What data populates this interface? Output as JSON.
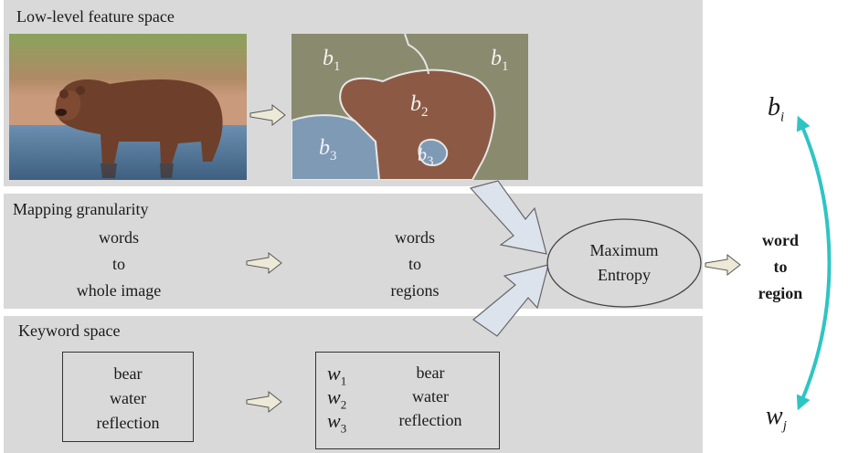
{
  "bands": {
    "low_level": {
      "title": "Low-level feature space"
    },
    "mapping": {
      "title": "Mapping granularity",
      "left_lines": [
        "words",
        "to",
        "whole image"
      ],
      "right_lines": [
        "words",
        "to",
        "regions"
      ]
    },
    "keyword": {
      "title": "Keyword space",
      "left_keywords": [
        "bear",
        "water",
        "reflection"
      ],
      "right_vars": [
        {
          "letter": "w",
          "sub": "1"
        },
        {
          "letter": "w",
          "sub": "2"
        },
        {
          "letter": "w",
          "sub": "3"
        }
      ],
      "right_keywords": [
        "bear",
        "water",
        "reflection"
      ]
    }
  },
  "segmentation": {
    "regions": [
      {
        "letter": "b",
        "sub": "1"
      },
      {
        "letter": "b",
        "sub": "1"
      },
      {
        "letter": "b",
        "sub": "2"
      },
      {
        "letter": "b",
        "sub": "3"
      },
      {
        "letter": "b",
        "sub": "3"
      }
    ]
  },
  "model": {
    "lines": [
      "Maximum",
      "Entropy"
    ]
  },
  "output": {
    "lines": [
      "word",
      "to",
      "region"
    ],
    "top_var": {
      "letter": "b",
      "sub": "i"
    },
    "bottom_var": {
      "letter": "w",
      "sub": "j"
    }
  },
  "colors": {
    "band_bg": "#d9d9d9",
    "region_green": "#8a8a6e",
    "region_brown": "#8c5a44",
    "region_blue": "#7e9ab5",
    "curve": "#2fc4c4",
    "arrow_fill": "#ece9d6"
  }
}
